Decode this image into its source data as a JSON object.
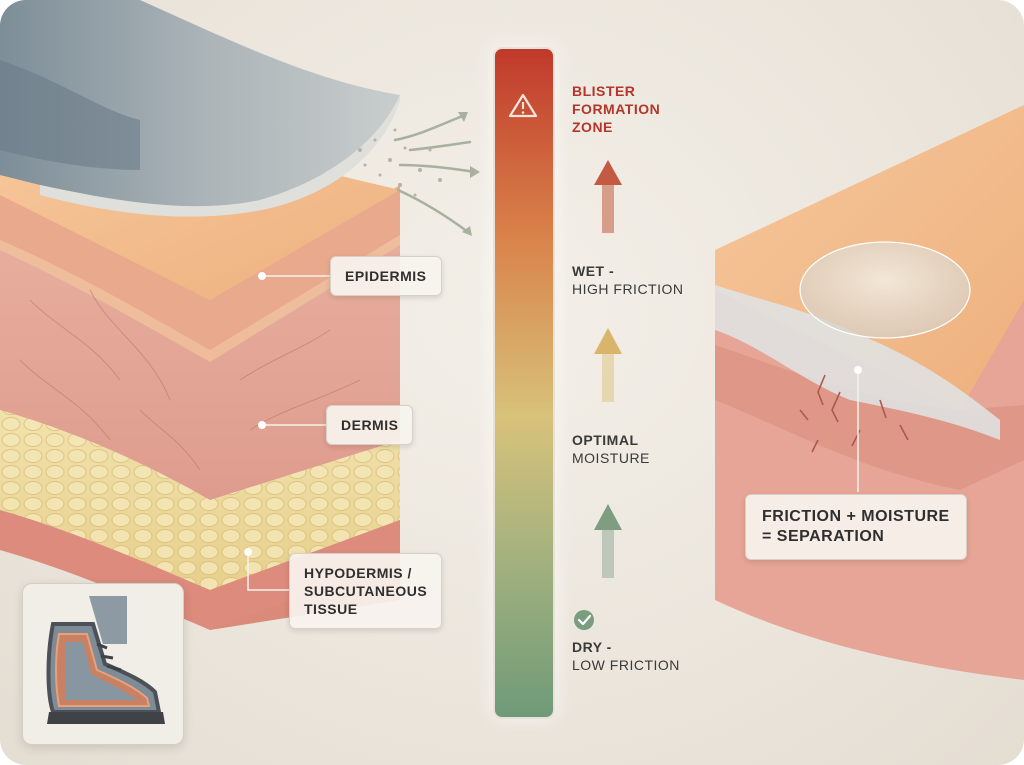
{
  "left_labels": {
    "epidermis": "EPIDERMIS",
    "dermis": "DERMIS",
    "hypodermis_line1": "HYPODERMIS /",
    "hypodermis_line2": "SUBCUTANEOUS",
    "hypodermis_line3": "TISSUE"
  },
  "scale": {
    "blister_line1": "BLISTER",
    "blister_line2": "FORMATION",
    "blister_line3": "ZONE",
    "wet_strong": "WET -",
    "wet_weak": "HIGH FRICTION",
    "optimal_strong": "OPTIMAL",
    "optimal_weak": "MOISTURE",
    "dry_strong": "DRY -",
    "dry_weak": "LOW FRICTION"
  },
  "right_label": {
    "line1": "FRICTION + MOISTURE",
    "line2": "= SEPARATION"
  },
  "colors": {
    "danger": "#c0392b",
    "wet": "#d9824a",
    "optimal": "#d8c27a",
    "dry": "#7a9d7e",
    "skin": "#f0b787",
    "dermis": "#e8a79a",
    "fat": "#efdca0"
  },
  "icons": [
    "warning-icon",
    "checkmark-icon",
    "arrow-up-icon",
    "sock-fabric",
    "hiking-boot-icon",
    "blister-bubble"
  ]
}
